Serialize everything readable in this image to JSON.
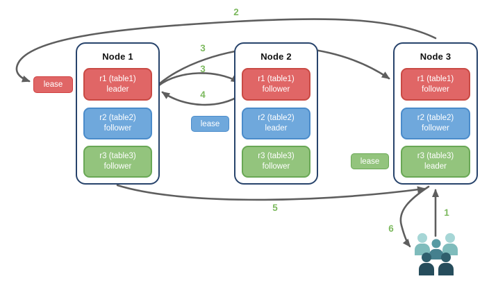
{
  "nodes": [
    {
      "title": "Node 1",
      "replicas": [
        {
          "name": "r1 (table1)",
          "role": "leader",
          "color": "#e06666"
        },
        {
          "name": "r2 (table2)",
          "role": "follower",
          "color": "#6fa8dc"
        },
        {
          "name": "r3 (table3)",
          "role": "follower",
          "color": "#93c47d"
        }
      ]
    },
    {
      "title": "Node 2",
      "replicas": [
        {
          "name": "r1 (table1)",
          "role": "follower",
          "color": "#e06666"
        },
        {
          "name": "r2 (table2)",
          "role": "leader",
          "color": "#6fa8dc"
        },
        {
          "name": "r3 (table3)",
          "role": "follower",
          "color": "#93c47d"
        }
      ]
    },
    {
      "title": "Node 3",
      "replicas": [
        {
          "name": "r1 (table1)",
          "role": "follower",
          "color": "#e06666"
        },
        {
          "name": "r2 (table2)",
          "role": "follower",
          "color": "#6fa8dc"
        },
        {
          "name": "r3 (table3)",
          "role": "leader",
          "color": "#93c47d"
        }
      ]
    }
  ],
  "leases": [
    {
      "label": "lease",
      "color": "#e06666"
    },
    {
      "label": "lease",
      "color": "#6fa8dc"
    },
    {
      "label": "lease",
      "color": "#93c47d"
    }
  ],
  "steps": [
    {
      "label": "2"
    },
    {
      "label": "3"
    },
    {
      "label": "3"
    },
    {
      "label": "4"
    },
    {
      "label": "5"
    },
    {
      "label": "1"
    },
    {
      "label": "6"
    }
  ],
  "icons": {
    "users": "users-group-icon"
  },
  "colors": {
    "arrow": "#5e5e5e",
    "step_label": "#7cb95e",
    "node_border": "#27436b",
    "red_fill": "#e06666",
    "blue_fill": "#6fa8dc",
    "green_fill": "#93c47d",
    "users_palette": [
      "#a6d6d6",
      "#7fbcbc",
      "#579aa3",
      "#45808e",
      "#2f5f6d",
      "#264d5c"
    ]
  }
}
